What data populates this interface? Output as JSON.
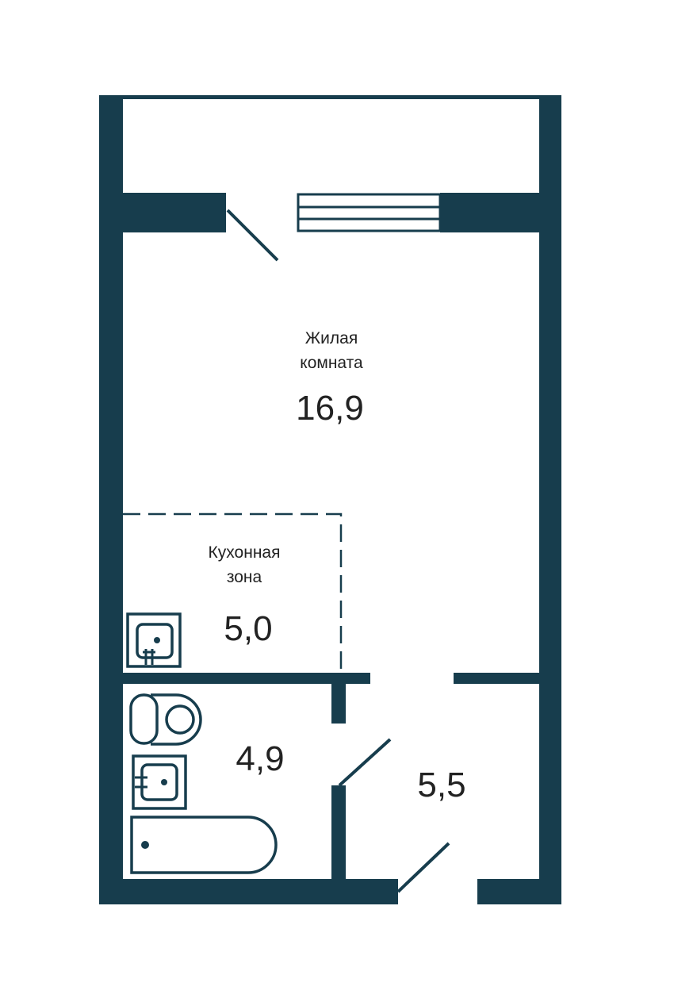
{
  "plan": {
    "wall_color": "#173d4d",
    "rooms": [
      {
        "name_line1": "Жилая",
        "name_line2": "комната",
        "area": "16,9"
      },
      {
        "name_line1": "Кухонная",
        "name_line2": "зона",
        "area": "5,0"
      },
      {
        "name_line1": "",
        "name_line2": "",
        "area": "4,9"
      },
      {
        "name_line1": "",
        "name_line2": "",
        "area": "5,5"
      }
    ]
  }
}
